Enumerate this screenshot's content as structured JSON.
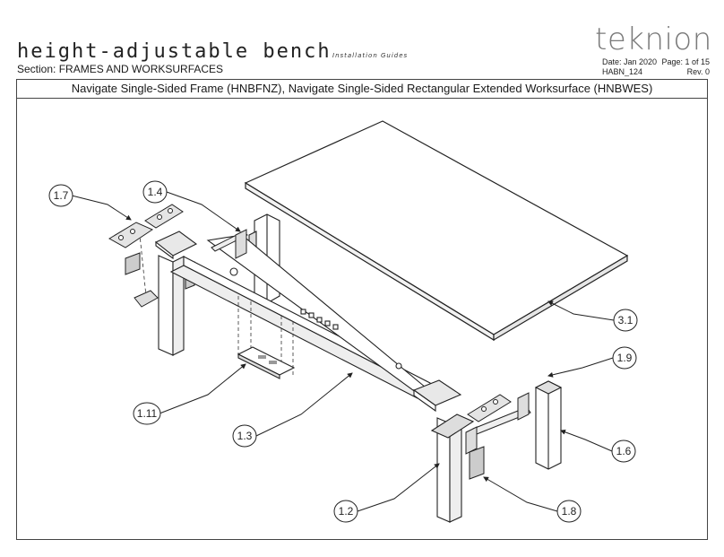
{
  "header": {
    "title": "height-adjustable bench",
    "subtitle": "Installation Guides",
    "section_label": "Section:",
    "section_value": "FRAMES AND WORKSURFACES",
    "brand": "teknion",
    "date": "Date: Jan 2020",
    "page": "Page: 1 of 15",
    "doc_code": "HABN_124",
    "revision": "Rev. 0"
  },
  "caption": "Navigate Single-Sided Frame (HNBFNZ), Navigate Single-Sided Rectangular Extended Worksurface (HNBWES)",
  "callouts": {
    "c_1_7": "1.7",
    "c_1_4": "1.4",
    "c_3_1": "3.1",
    "c_1_9": "1.9",
    "c_1_11": "1.11",
    "c_1_3": "1.3",
    "c_1_6": "1.6",
    "c_1_2": "1.2",
    "c_1_8": "1.8"
  }
}
